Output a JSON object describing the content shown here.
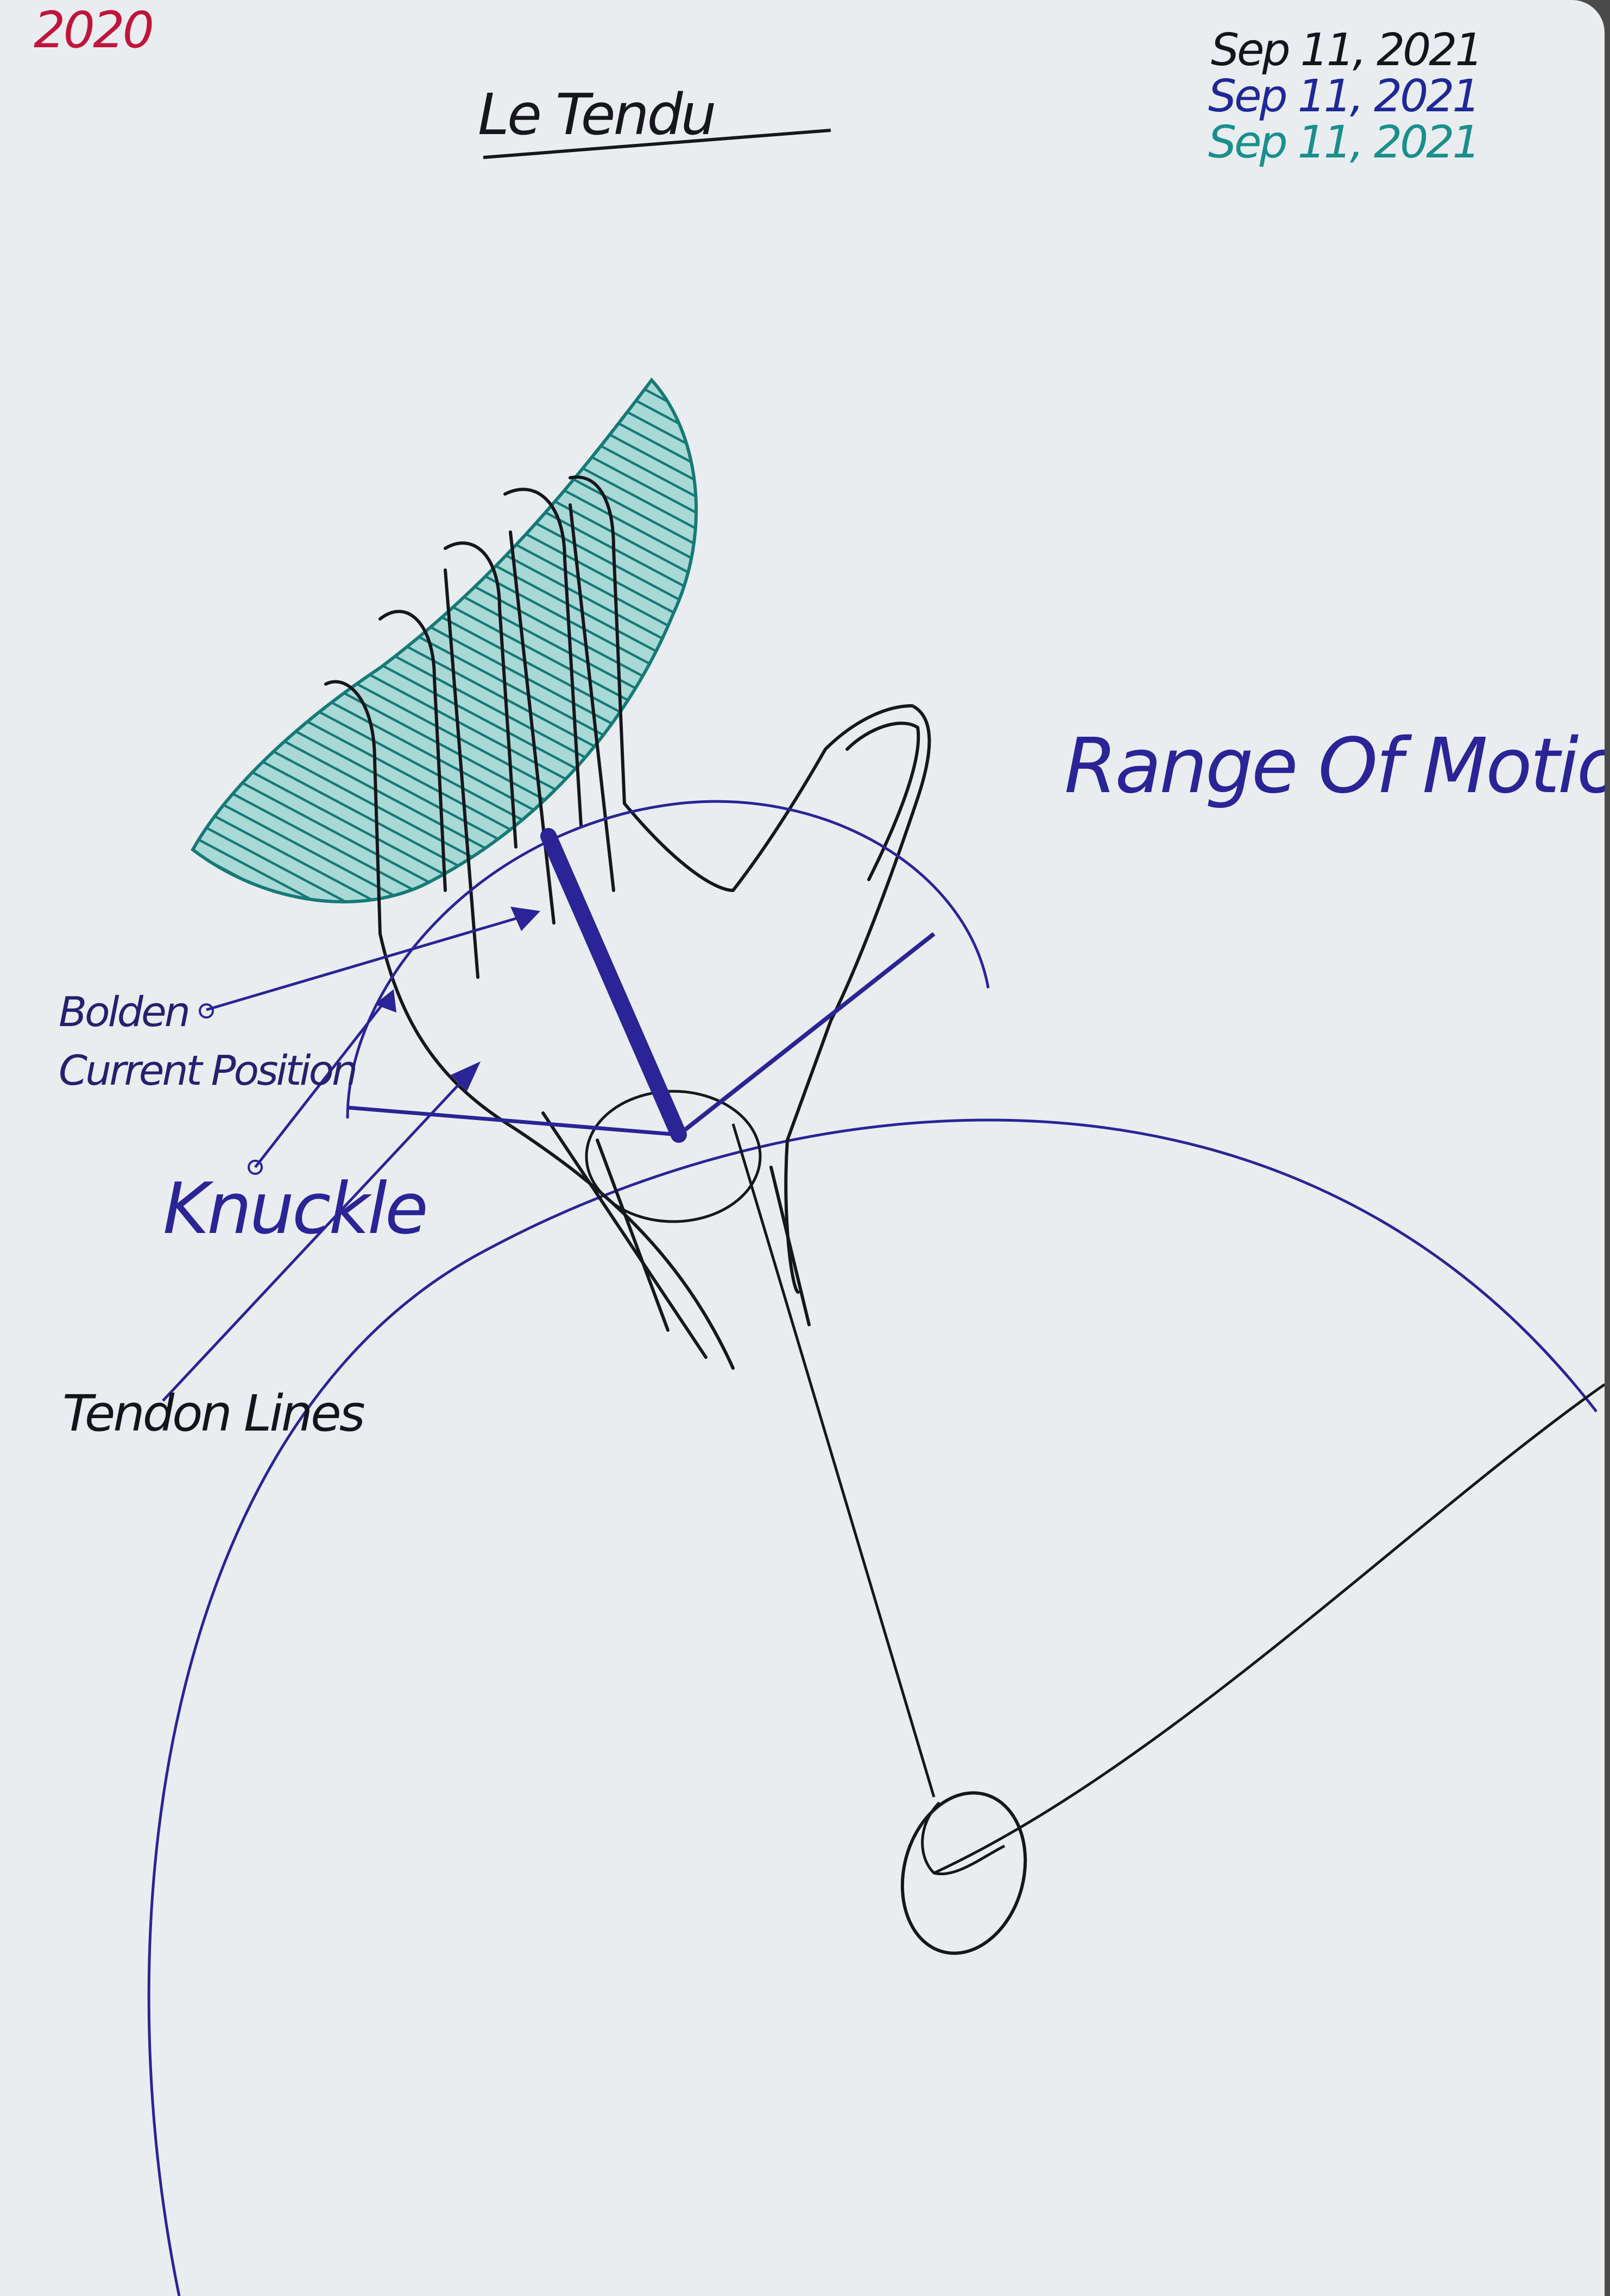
{
  "year_note": "2020",
  "title": "Le Tendu",
  "dates": [
    "Sep 11, 2021",
    "Sep 11, 2021",
    "Sep 11, 2021"
  ],
  "labels": {
    "range_of_motion": "Range Of Motion Arc",
    "bolden_current_position_line1": "Bolden",
    "bolden_current_position_line2": "Current Position",
    "knuckle": "Knuckle",
    "tendon_lines": "Tendon Lines"
  },
  "colors": {
    "paper": "#e9edf0",
    "black_ink": "#16161c",
    "blue_ink": "#2a2496",
    "teal_ink": "#1a8f8c",
    "red_ink": "#c0143c"
  }
}
